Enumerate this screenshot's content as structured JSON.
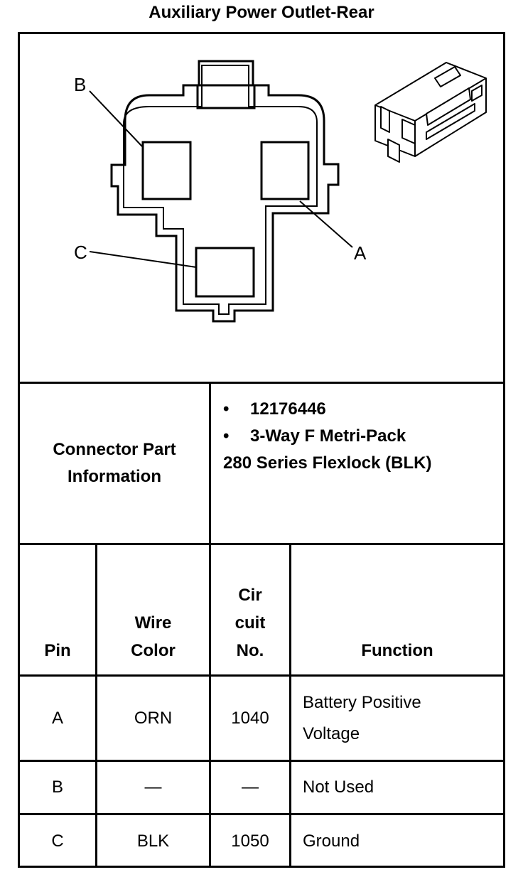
{
  "title": "Auxiliary Power Outlet-Rear",
  "diagram": {
    "callouts": {
      "a": "A",
      "b": "B",
      "c": "C"
    },
    "colors": {
      "line": "#000000",
      "background": "#ffffff"
    }
  },
  "connector_info": {
    "label_line1": "Connector Part",
    "label_line2": "Information",
    "bullet_char": "•",
    "part_number": "12176446",
    "description_line1": "3-Way F Metri-Pack",
    "description_line2": "280 Series Flexlock (BLK)"
  },
  "table": {
    "headers": {
      "pin": "Pin",
      "wire_color_line1": "Wire",
      "wire_color_line2": "Color",
      "circuit_line1": "Cir",
      "circuit_line2": "cuit",
      "circuit_line3": "No.",
      "function": "Function"
    },
    "rows": [
      {
        "pin": "A",
        "wire_color": "ORN",
        "circuit": "1040",
        "function_line1": "Battery Positive",
        "function_line2": "Voltage"
      },
      {
        "pin": "B",
        "wire_color": "—",
        "circuit": "—",
        "function_line1": "Not Used",
        "function_line2": ""
      },
      {
        "pin": "C",
        "wire_color": "BLK",
        "circuit": "1050",
        "function_line1": "Ground",
        "function_line2": ""
      }
    ]
  }
}
